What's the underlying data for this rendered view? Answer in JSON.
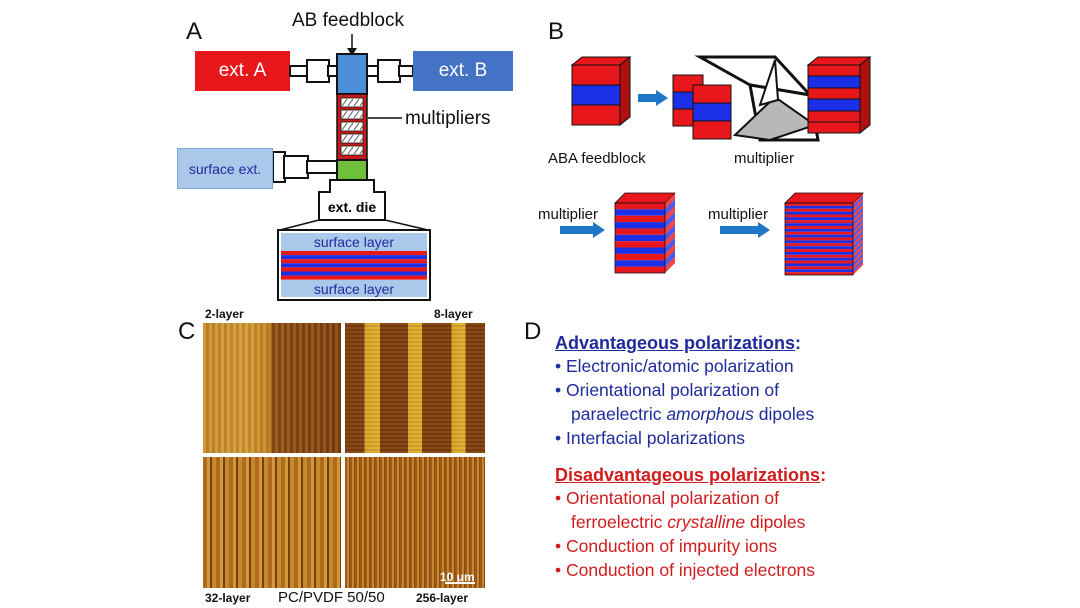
{
  "panelA": {
    "letter": "A",
    "feedblock_label": "AB feedblock",
    "extA_label": "ext. A",
    "extB_label": "ext. B",
    "multipliers_label": "multipliers",
    "surface_ext_label": "surface ext.",
    "die_label": "ext. die",
    "surface_layer_top": "surface layer",
    "surface_layer_bottom": "surface layer",
    "colors": {
      "extA": "#e8171b",
      "extB": "#4472c4",
      "surface": "#a9c8ea",
      "feedblock": "#4a8fd8",
      "multiplier": "#c71a1a",
      "green": "#6fbf3a"
    }
  },
  "panelB": {
    "letter": "B",
    "feedblock_caption": "ABA feedblock",
    "multiplier_caption": "multiplier",
    "arrow_label_1": "multiplier",
    "arrow_label_2": "multiplier",
    "colors": {
      "red": "#e8171b",
      "blue": "#1a2fe6",
      "arrow": "#1f77c8"
    }
  },
  "panelC": {
    "letter": "C",
    "label_2layer": "2-layer",
    "label_8layer": "8-layer",
    "label_32layer": "32-layer",
    "label_256layer": "256-layer",
    "caption": "PC/PVDF 50/50",
    "scale_bar": "10 μm"
  },
  "panelD": {
    "letter": "D",
    "advantageous_title": "Advantageous polarizations",
    "colon": ":",
    "advantageous_items": [
      "• Electronic/atomic polarization",
      "• Orientational polarization of",
      "paraelectric ",
      "amorphous",
      " dipoles",
      "• Interfacial polarizations"
    ],
    "disadvantageous_title": "Disadvantageous polarizations",
    "disadvantageous_items": [
      "• Orientational polarization of",
      "ferroelectric ",
      "crystalline",
      " dipoles",
      "• Conduction of impurity ions",
      "• Conduction of injected electrons"
    ]
  }
}
